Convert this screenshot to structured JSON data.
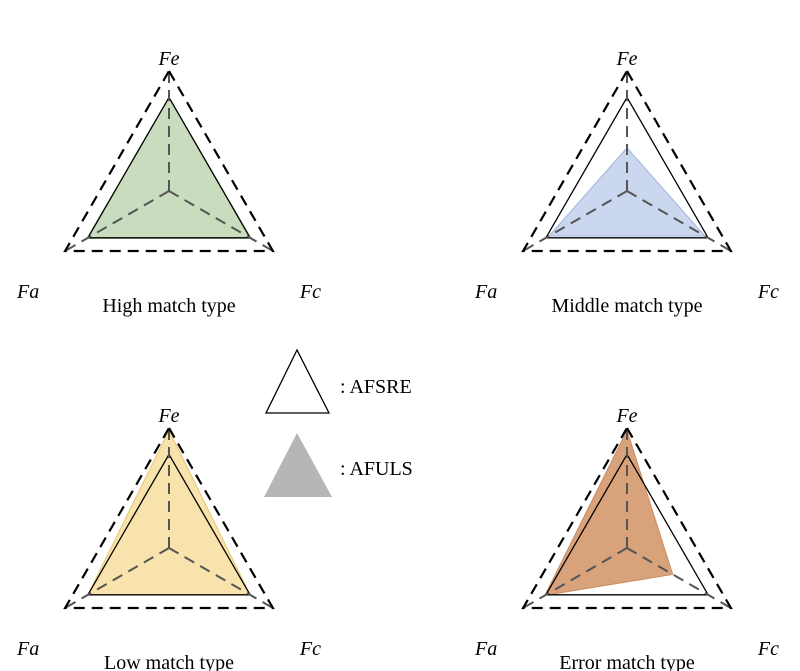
{
  "axes": {
    "top": "Fe",
    "left": "Fa",
    "right": "Fc"
  },
  "legend": {
    "items": [
      {
        "label": ": AFSRE",
        "symbol": "outline-triangle",
        "color": "#000000"
      },
      {
        "label": ": AFULS",
        "symbol": "filled-triangle",
        "color": "#b8b5b9"
      }
    ]
  },
  "panels": [
    {
      "caption": "High match type",
      "fill": "#c9dcbd",
      "stroke": "#9fc08b",
      "afuls": {
        "Fe": 0.78,
        "Fa": 0.79,
        "Fc": 0.79
      },
      "afsre": {
        "Fe": 0.78,
        "Fa": 0.78,
        "Fc": 0.78
      }
    },
    {
      "caption": "Middle match type",
      "fill": "#cbd7ef",
      "stroke": "#9fb6dc",
      "afuls": {
        "Fe": 0.36,
        "Fa": 0.75,
        "Fc": 0.75
      },
      "afsre": {
        "Fe": 0.78,
        "Fa": 0.78,
        "Fc": 0.78
      }
    },
    {
      "caption": "Low match type",
      "fill": "#f9e3ad",
      "stroke": "#e8c66e",
      "afuls": {
        "Fe": 0.98,
        "Fa": 0.78,
        "Fc": 0.78
      },
      "afsre": {
        "Fe": 0.78,
        "Fa": 0.78,
        "Fc": 0.78
      }
    },
    {
      "caption": "Error match type",
      "fill": "#d8a27b",
      "stroke": "#c98c62",
      "afuls": {
        "Fe": 0.98,
        "Fa": 0.79,
        "Fc": 0.44
      },
      "afsre": {
        "Fe": 0.78,
        "Fa": 0.78,
        "Fc": 0.78
      }
    }
  ]
}
